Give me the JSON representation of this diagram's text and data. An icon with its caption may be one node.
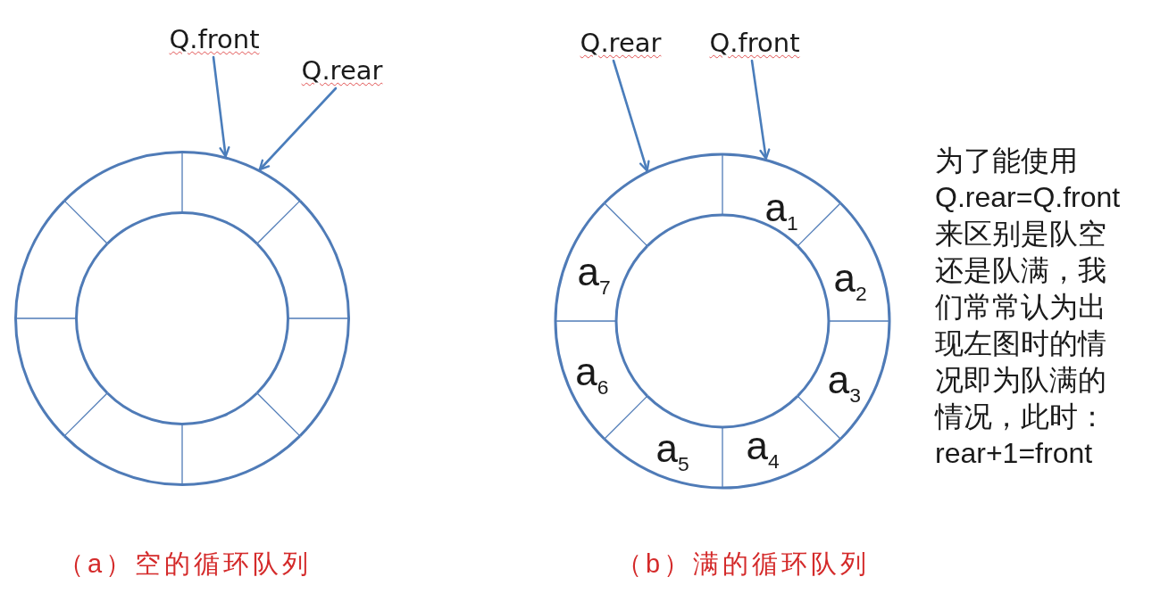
{
  "diagram": {
    "nodes": [
      {
        "text": [
          "Q.front"
        ]
      },
      {
        "text": [
          "Q.rear"
        ]
      },
      {
        "text": [],
        "shape": "box"
      },
      {
        "text": [],
        "shape": "box"
      },
      {
        "text": [],
        "shape": "box"
      },
      {
        "text": [],
        "shape": "box"
      },
      {
        "text": [],
        "shape": "box"
      },
      {
        "text": [],
        "shape": "box"
      },
      {
        "text": [],
        "shape": "box"
      },
      {
        "text": [],
        "shape": "box"
      },
      {
        "text": [
          "Q.rear"
        ]
      },
      {
        "text": [
          "Q.front"
        ]
      },
      {
        "text": [
          "a$_{1}$"
        ]
      },
      {
        "text": [
          "a$_{2}$"
        ]
      },
      {
        "text": [
          "a$_{3}$"
        ]
      },
      {
        "text": [
          "a$_{4}$"
        ]
      },
      {
        "text": [
          "a$_{5}$"
        ]
      },
      {
        "text": [
          "a$_{6}$"
        ]
      },
      {
        "text": [
          "a$_{7}$"
        ]
      },
      {
        "text": [],
        "shape": "box"
      }
    ],
    "edges": [
      {
        "from": 0,
        "to": 2,
        "arrow": "to"
      },
      {
        "from": 1,
        "to": 2,
        "arrow": "to"
      },
      {
        "from": 10,
        "to": 19,
        "arrow": "to"
      },
      {
        "from": 11,
        "to": 12,
        "arrow": "to"
      }
    ],
    "labels": [
      "为了能使用Q.rear=Q.front来区别是队空还是队满，我们常常认为出现左图时的情况即为队满的情况，此时：rear+1=front",
      "（a）空的循环队列",
      "（b）满的循环队列"
    ]
  }
}
